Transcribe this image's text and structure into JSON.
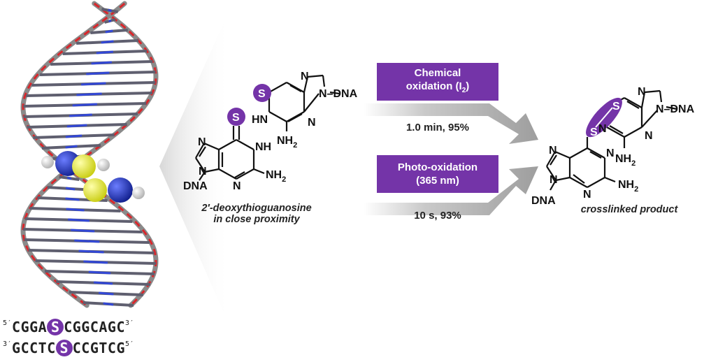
{
  "reactant_caption_line1": "2′-deoxythioguanosine",
  "reactant_caption_line2": "in close proximity",
  "product_caption": "crosslinked product",
  "chem_box_line1": "Chemical",
  "chem_box_line2": "oxidation (I",
  "chem_box_sub": "2",
  "chem_box_close": ")",
  "chem_cond": "1.0 min, 95%",
  "photo_box_line1": "Photo-oxidation",
  "photo_box_line2": "(365 nm)",
  "photo_cond": "10 s, 93%",
  "atoms": {
    "S": "S",
    "N": "N",
    "HN": "HN",
    "NH": "NH",
    "DNA": "DNA",
    "NDNA": "N–DNA",
    "NH2": "NH",
    "sub2": "2"
  },
  "seq_top": {
    "p5": "5′",
    "a": "CGGA",
    "s": "S",
    "b": "CGGCAGC",
    "p3": "3′"
  },
  "seq_bot": {
    "p3": "3′",
    "a": "GCCTC",
    "s": "S",
    "b": "CCGTCG",
    "p5": "5′"
  },
  "colors": {
    "accent": "#7434a8",
    "arrow": "#a6a6a6",
    "sulfur_sphere": "#e2e636",
    "carbon_sphere": "#1e2fbf",
    "backbone_red": "#d9262b"
  }
}
